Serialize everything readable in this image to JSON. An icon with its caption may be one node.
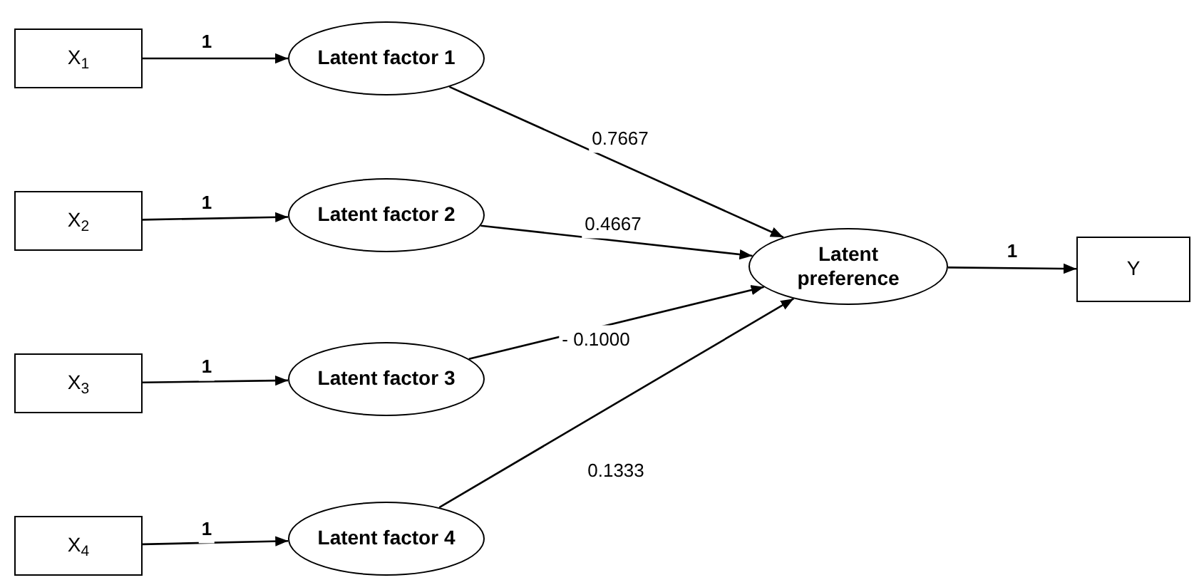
{
  "diagram": {
    "nodes": [
      {
        "text": [
          "X$_{1}$"
        ]
      },
      {
        "text": [
          "X$_{2}$"
        ]
      },
      {
        "text": [
          "X$_{3}$"
        ]
      },
      {
        "text": [
          "X$_{4}$"
        ]
      },
      {
        "text": [
          "Latent factor 1"
        ]
      },
      {
        "text": [
          "Latent factor 2"
        ]
      },
      {
        "text": [
          "Latent factor 3"
        ]
      },
      {
        "text": [
          "Latent factor 4"
        ]
      },
      {
        "text": [
          "Latent preference"
        ]
      },
      {
        "text": [
          "Y"
        ]
      }
    ],
    "edges": [
      {
        "from": 0,
        "to": 4,
        "arrow": "to",
        "label": "1"
      },
      {
        "from": 1,
        "to": 5,
        "arrow": "to",
        "label": "1"
      },
      {
        "from": 2,
        "to": 6,
        "arrow": "to",
        "label": "1"
      },
      {
        "from": 3,
        "to": 7,
        "arrow": "to",
        "label": "1"
      },
      {
        "from": 4,
        "to": 8,
        "arrow": "to",
        "label": "0.7667"
      },
      {
        "from": 5,
        "to": 8,
        "arrow": "to",
        "label": "0.4667"
      },
      {
        "from": 6,
        "to": 8,
        "arrow": "to",
        "label": "- 0.1000"
      },
      {
        "from": 7,
        "to": 8,
        "arrow": "to",
        "label": "0.1333"
      },
      {
        "from": 8,
        "to": 9,
        "arrow": "to",
        "label": "1"
      }
    ]
  }
}
